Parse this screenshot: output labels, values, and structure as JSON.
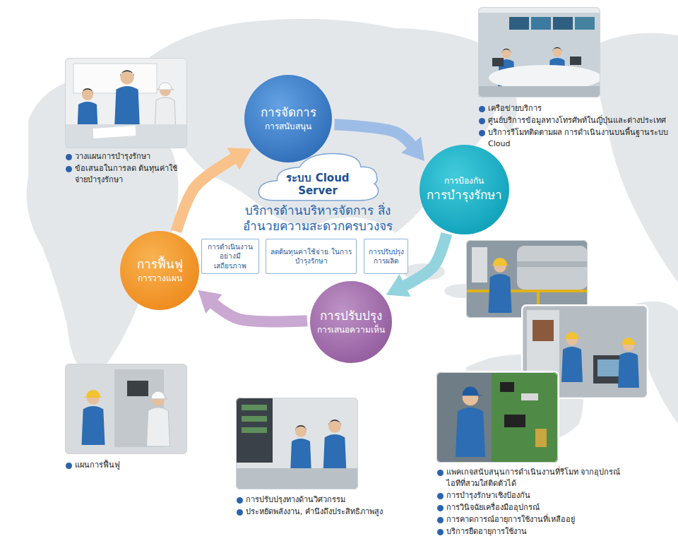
{
  "diagram": {
    "title": "บริการด้านบริหารจัดการ สิ่งอำนวยความสะดวกครบวงจร",
    "nodes": [
      {
        "text": [
          "การจัดการ",
          "การสนับสนุน"
        ]
      },
      {
        "text": [
          "การป้องกัน",
          "การบำรุงรักษา"
        ]
      },
      {
        "text": [
          "การปรับปรุง",
          "การเสนอความเห็น"
        ]
      },
      {
        "text": [
          "การฟื้นฟู",
          "การวางแผน"
        ]
      },
      {
        "text": [
          "ระบบ Cloud Server"
        ]
      },
      {
        "text": [
          "การดำเนินงาน อย่างมีเสถียรภาพ"
        ]
      },
      {
        "text": [
          "ลดต้นทุนค่าใช้จ่าย ในการบำรุงรักษา"
        ]
      },
      {
        "text": [
          "การปรับปรุง การผลิต"
        ]
      }
    ],
    "edges": [
      {
        "from": 0,
        "to": 1,
        "arrow": "to"
      },
      {
        "from": 1,
        "to": 2,
        "arrow": "to"
      },
      {
        "from": 2,
        "to": 3,
        "arrow": "to"
      },
      {
        "from": 3,
        "to": 0,
        "arrow": "to"
      }
    ],
    "labels": [
      "วางแผนการบำรุงรักษา",
      "ข้อเสนอในการลด ต้นทุนค่าใช้จ่ายบำรุงรักษา",
      "เครือข่ายบริการ",
      "ศูนย์บริการข้อมูลทางโทรศัพท์ในญี่ปุ่นและต่างประเทศ",
      "บริการรีโมทติดตามผล การดำเนินงานบนพื้นฐานระบบ Cloud",
      "แผนการฟื้นฟู",
      "การปรับปรุงทางด้านวิศวกรรม",
      "ประหยัดพลังงาน, คำนึงถึงประสิทธิภาพสูง",
      "แพคเกจสนับสนุนการดำเนินงานที่รีโมท จากอุปกรณ์ไอทีที่สวมใส่ติดตัวได้",
      "การบำรุงรักษาเชิงป้องกัน",
      "การวินิจฉัยเครื่องมืออุปกรณ์",
      "การคาดการณ์อายุการใช้งานที่เหลืออยู่",
      "บริการยืดอายุการใช้งาน"
    ]
  }
}
